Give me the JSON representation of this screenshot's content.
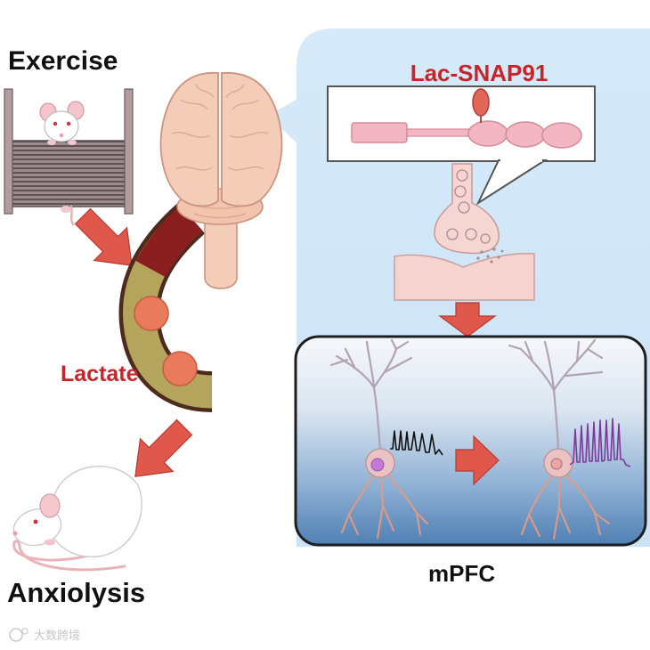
{
  "labels": {
    "exercise": "Exercise",
    "lactate": "Lactate",
    "anxiolysis": "Anxiolysis",
    "protein": "Lac-SNAP91",
    "region": "mPFC"
  },
  "watermark": "大数跨境",
  "colors": {
    "label_red": "#c8252b",
    "label_black": "#111111",
    "arrow_red": "#e0574b",
    "watermark_gray": "#b9b9b9"
  }
}
